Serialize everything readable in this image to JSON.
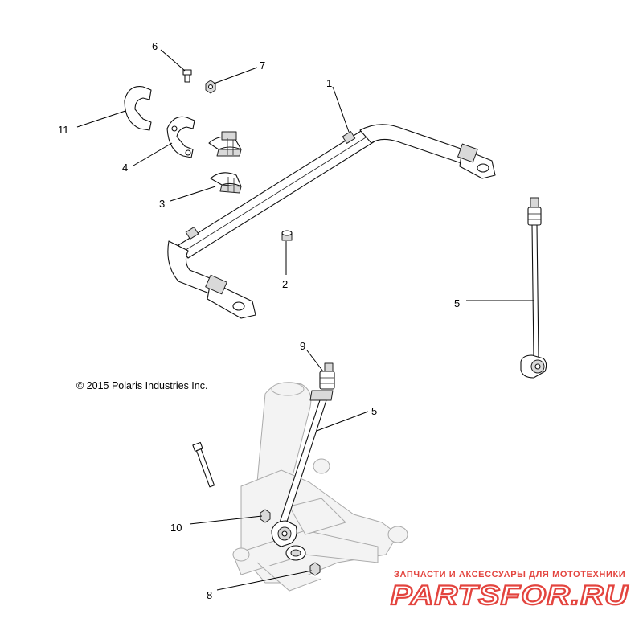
{
  "diagram": {
    "copyright": "© 2015 Polaris Industries Inc.",
    "callouts": {
      "c1": "1",
      "c2": "2",
      "c3": "3",
      "c4": "4",
      "c5a": "5",
      "c5b": "5",
      "c6": "6",
      "c7": "7",
      "c8": "8",
      "c9": "9",
      "c10": "10",
      "c11": "11"
    }
  },
  "watermark": {
    "tagline": "ЗАПЧАСТИ И АКСЕССУАРЫ ДЛЯ МОТОТЕХНИКИ",
    "brand": "PARTSFOR.RU",
    "color": "#e0302a"
  }
}
